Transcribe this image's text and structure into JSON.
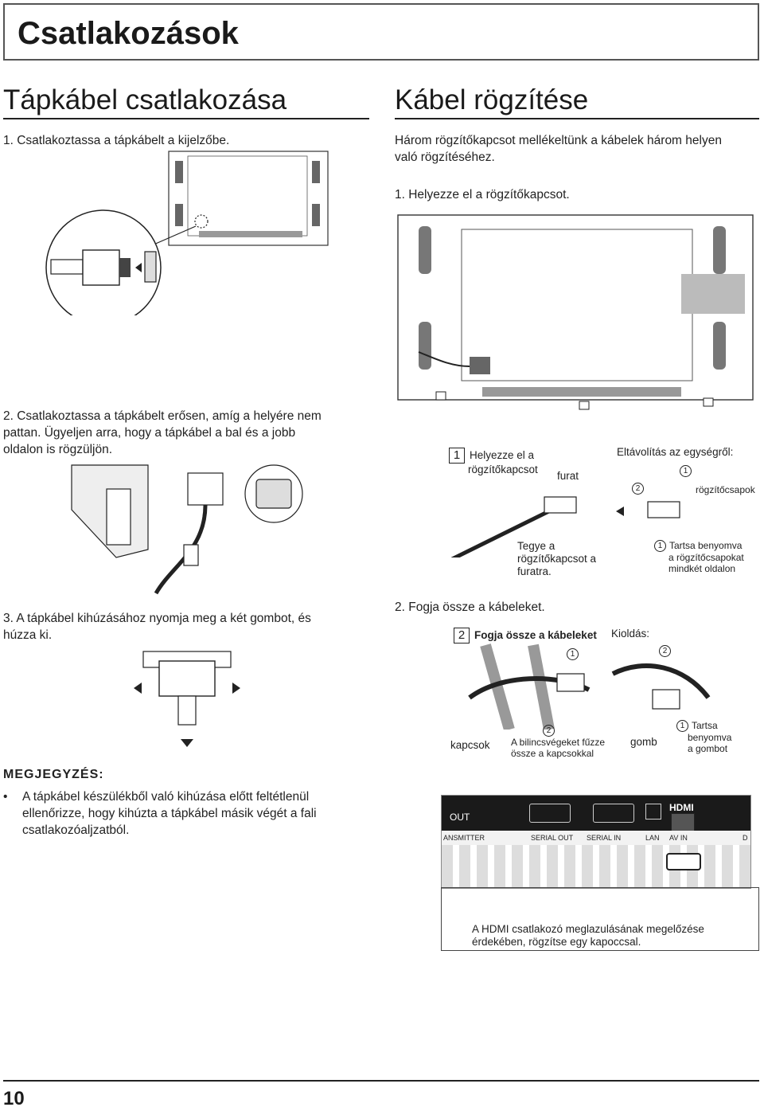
{
  "header": {
    "title": "Csatlakozások"
  },
  "left": {
    "title": "Tápkábel csatlakozása",
    "step1": "1.  Csatlakoztassa a tápkábelt a kijelzőbe.",
    "step2": [
      "2.  Csatlakoztassa a tápkábelt erősen, amíg a helyére nem",
      "     pattan. Ügyeljen arra, hogy a tápkábel a bal és a jobb",
      "     oldalon is rögzüljön."
    ],
    "step3": [
      "3.  A tápkábel kihúzásához nyomja meg a két gombot, és",
      "     húzza ki."
    ]
  },
  "note": {
    "title": "MEGJEGYZÉS:",
    "bullet": "•",
    "text": [
      "A tápkábel készülékből való kihúzása előtt feltétlenül",
      "ellenőrizze, hogy kihúzta a tápkábel másik végét a fali",
      "csatlakozóaljzatból."
    ]
  },
  "right": {
    "title": "Kábel rögzítése",
    "intro": [
      "Három rögzítőkapcsot mellékeltünk a kábelek három helyen",
      "való rögzítéséhez."
    ],
    "step1": "1.  Helyezze el a rögzítőkapcsot.",
    "step2": "2.  Fogja össze a kábeleket."
  },
  "fig1": {
    "num": "1",
    "label": [
      "Helyezze el a",
      "rögzítőkapcsot"
    ],
    "hole": "furat",
    "remove": "Eltávolítás az egységről:",
    "c1": "1",
    "c2": "2",
    "clips": "rögzítőcsapok",
    "insert": [
      "Tegye a",
      "rögzítőkapcsot a",
      "furatra."
    ],
    "hold_num": "1",
    "hold": [
      "Tartsa benyomva",
      "a rögzítőcsapokat",
      "mindkét oldalon"
    ]
  },
  "fig2": {
    "num": "2",
    "label": "Fogja össze a kábeleket",
    "c1": "1",
    "release": "Kioldás:",
    "c2": "2",
    "clips": "kapcsok",
    "thread_num": "2",
    "thread": [
      "A bilincsvégeket fűzze",
      "össze a kapcsokkal"
    ],
    "button": "gomb",
    "hold_num": "1",
    "hold": [
      "Tartsa",
      "benyomva",
      "a gombot"
    ]
  },
  "ports": {
    "out": "OUT",
    "transmitter": "ANSMITTER",
    "serial_out": "SERIAL OUT",
    "serial_in": "SERIAL IN",
    "lan": "LAN",
    "av_in": "AV IN",
    "d": "D",
    "hdmi_logo": "HDMI"
  },
  "hdmi_note": [
    "A HDMI csatlakozó meglazulásának megelőzése",
    "érdekében, rögzítse egy kapoccsal."
  ],
  "footer": {
    "page": "10"
  }
}
